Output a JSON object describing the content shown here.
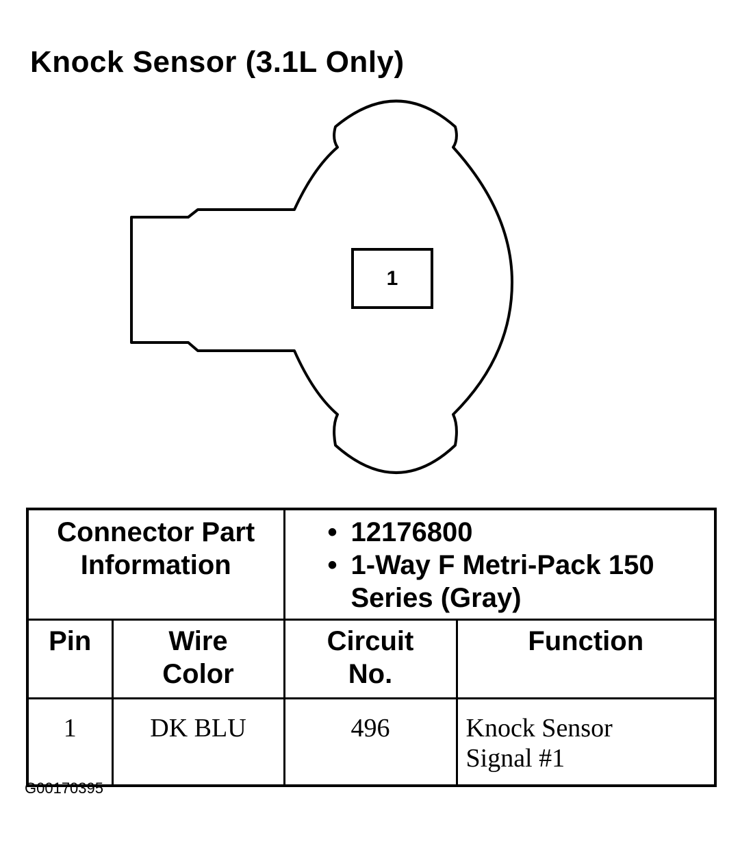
{
  "title": "Knock Sensor (3.1L Only)",
  "connector": {
    "pins": [
      {
        "label": "1"
      }
    ]
  },
  "part_info": {
    "header": "Connector Part Information",
    "items": [
      "12176800",
      "1-Way F Metri-Pack 150 Series (Gray)"
    ]
  },
  "columns": [
    "Pin",
    "Wire Color",
    "Circuit No.",
    "Function"
  ],
  "rows": [
    {
      "pin": "1",
      "wire_color": "DK BLU",
      "circuit": "496",
      "function": "Knock Sensor Signal #1"
    }
  ],
  "figure_id": "G00170395"
}
